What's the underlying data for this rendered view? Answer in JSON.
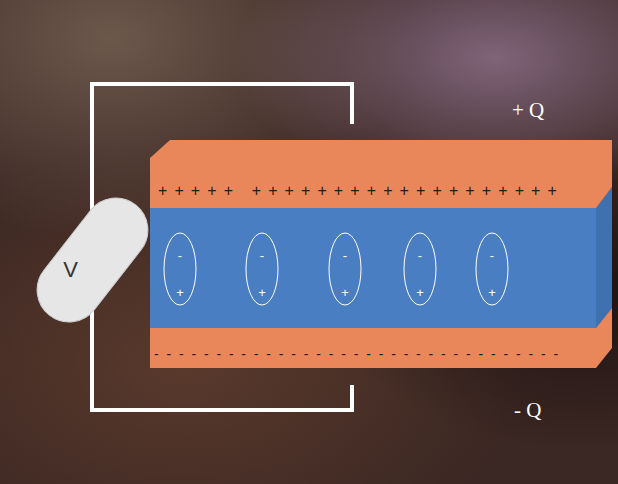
{
  "diagram": {
    "nodes": [
      {
        "text": [
          "V"
        ]
      },
      {
        "text": [
          "+++++ +++++++++++++++++++"
        ]
      },
      {
        "text": [
          "-",
          "+"
        ]
      },
      {
        "text": [
          "-",
          "+"
        ]
      },
      {
        "text": [
          "-",
          "+"
        ]
      },
      {
        "text": [
          "-",
          "+"
        ]
      },
      {
        "text": [
          "-",
          "+"
        ]
      },
      {
        "text": [
          "---------------------------------"
        ]
      }
    ],
    "labels": [
      "+ Q",
      "- Q"
    ]
  }
}
